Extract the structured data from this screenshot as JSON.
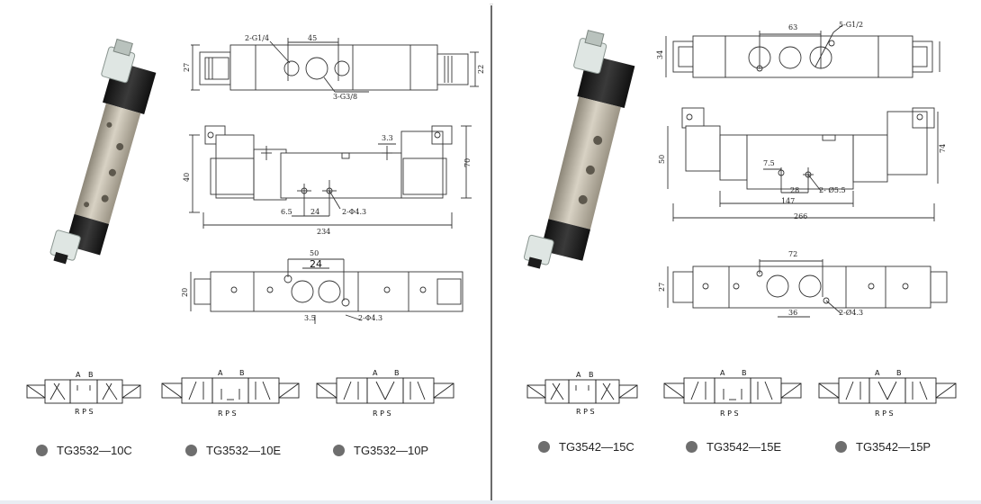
{
  "left": {
    "dims_top": {
      "ports1": "2-G1/4",
      "d45": "45",
      "h27": "27",
      "h22": "22",
      "ports2": "3-G3/8"
    },
    "dims_front": {
      "h40": "40",
      "h70": "70",
      "d33": "3.3",
      "d65": "6.5",
      "d24": "24",
      "hole": "2-Φ4.3",
      "len": "234"
    },
    "dims_bottom": {
      "d50": "50",
      "d24": "24",
      "h20": "20",
      "d35": "3.5",
      "hole": "2-Φ4.3"
    },
    "symbols": [
      {
        "ports_top": [
          "A",
          "B"
        ],
        "ports_bottom": "R P S"
      },
      {
        "ports_top": [
          "A",
          "B"
        ],
        "ports_bottom": "R P S"
      },
      {
        "ports_top": [
          "A",
          "B"
        ],
        "ports_bottom": "R P S"
      }
    ],
    "models": [
      "TG3532—10C",
      "TG3532—10E",
      "TG3532—10P"
    ]
  },
  "right": {
    "dims_top": {
      "d63": "63",
      "ports": "5-G1/2",
      "h34": "34"
    },
    "dims_front": {
      "h50": "50",
      "h74": "74",
      "d75": "7.5",
      "d28": "28",
      "hole": "2- Ø5.5",
      "d147": "147",
      "len": "266"
    },
    "dims_bottom": {
      "d72": "72",
      "h27": "27",
      "d36": "36",
      "hole": "2-Ø4.3"
    },
    "symbols": [
      {
        "ports_top": [
          "A",
          "B"
        ],
        "ports_bottom": "R P S"
      },
      {
        "ports_top": [
          "A",
          "B"
        ],
        "ports_bottom": "R P S"
      },
      {
        "ports_top": [
          "A",
          "B"
        ],
        "ports_bottom": "R P S"
      }
    ],
    "models": [
      "TG3542—15C",
      "TG3542—15E",
      "TG3542—15P"
    ]
  },
  "colors": {
    "line": "#333333",
    "bullet": "#6e6e6e",
    "divider": "#6b6b6b"
  }
}
